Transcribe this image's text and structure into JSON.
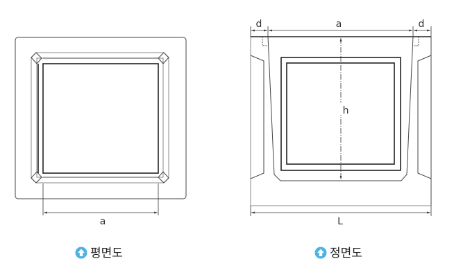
{
  "plan_view": {
    "caption": "평면도",
    "dimension_a": "a"
  },
  "front_view": {
    "caption": "정면도",
    "dimension_d_left": "d",
    "dimension_a": "a",
    "dimension_d_right": "d",
    "dimension_h": "h",
    "dimension_L": "L"
  },
  "colors": {
    "caption_icon": "#4ab3e6",
    "line": "#444444"
  },
  "icons": {
    "caption_icon": "arrow-up-circle-icon"
  }
}
